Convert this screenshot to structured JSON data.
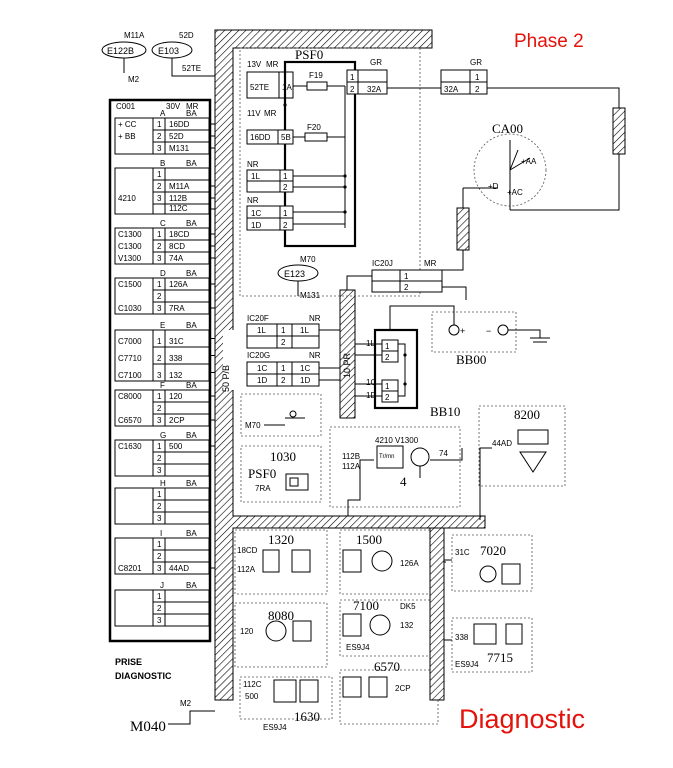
{
  "header": {
    "phase": "Phase 2"
  },
  "footer": {
    "title": "Diagnostic"
  },
  "psf0": {
    "name": "PSF0",
    "conn_13v": "13V",
    "conn_13v_color": "MR",
    "pin_52te": "52TE",
    "pin_1a": "1A",
    "fuse_f19": "F19",
    "fuse_f20": "F20",
    "out_gr": "GR",
    "out_1": "1",
    "out_2": "2",
    "out_32a": "32A",
    "conn_11v": "11V",
    "conn_11v_color": "MR",
    "pin_16dd": "16DD",
    "pin_5b": "5B",
    "nr1": "NR",
    "pin_1l": "1L",
    "pin_1l_n": "1",
    "pin_1l_n2": "2",
    "nr2": "NR",
    "pin_1c": "1C",
    "pin_1d": "1D",
    "pin_1c_n": "1",
    "pin_1d_n": "2"
  },
  "splices": {
    "e122b": "E122B",
    "e103": "E103",
    "m11a": "M11A",
    "d52": "52D",
    "m2": "M2",
    "te52": "52TE"
  },
  "gr_conn": {
    "color": "GR",
    "p1": "1",
    "p2": "2",
    "w32a": "32A"
  },
  "ca00": {
    "name": "CA00",
    "aa": "+AA",
    "d": "+D",
    "ac": "+AC"
  },
  "ic20j": {
    "name": "IC20J",
    "color": "MR",
    "p1": "1",
    "p2": "2"
  },
  "e123": {
    "name": "E123",
    "m70": "M70",
    "m131": "M131"
  },
  "bb00": {
    "name": "BB00"
  },
  "bb10": {
    "name": "BB10",
    "pins": [
      "1L",
      "1C",
      "1D"
    ],
    "nums": [
      "1",
      "2",
      "1",
      "2"
    ]
  },
  "c001": {
    "name": "C001",
    "volt": "30V",
    "color": "MR",
    "sections": [
      {
        "label": "A",
        "color": "BA"
      },
      {
        "label": "B",
        "color": "BA"
      },
      {
        "label": "C",
        "color": "BA"
      },
      {
        "label": "D",
        "color": "BA"
      },
      {
        "label": "E",
        "color": "BA"
      },
      {
        "label": "F",
        "color": "BA"
      },
      {
        "label": "G",
        "color": "BA"
      },
      {
        "label": "H",
        "color": "BA"
      },
      {
        "label": "I",
        "color": "BA"
      },
      {
        "label": "J",
        "color": "BA"
      }
    ],
    "rows": [
      {
        "left": "+ CC",
        "n": "1",
        "w": "16DD"
      },
      {
        "left": "+ BB",
        "n": "2",
        "w": "52D"
      },
      {
        "left": "",
        "n": "3",
        "w": "M131"
      },
      {
        "left": "",
        "n": "1",
        "w": ""
      },
      {
        "left": "",
        "n": "2",
        "w": "M11A"
      },
      {
        "left": "4210",
        "n": "3",
        "w": "112B"
      },
      {
        "left": "",
        "n": "",
        "w": "112C"
      },
      {
        "left": "C1300",
        "n": "1",
        "w": "18CD"
      },
      {
        "left": "C1300",
        "n": "2",
        "w": "8CD"
      },
      {
        "left": "V1300",
        "n": "3",
        "w": "74A"
      },
      {
        "left": "C1500",
        "n": "1",
        "w": "126A"
      },
      {
        "left": "",
        "n": "2",
        "w": ""
      },
      {
        "left": "C1030",
        "n": "3",
        "w": "7RA"
      },
      {
        "left": "C7000",
        "n": "1",
        "w": "31C"
      },
      {
        "left": "C7710",
        "n": "2",
        "w": "338"
      },
      {
        "left": "C7100",
        "n": "3",
        "w": "132"
      },
      {
        "left": "C8000",
        "n": "1",
        "w": "120"
      },
      {
        "left": "",
        "n": "2",
        "w": ""
      },
      {
        "left": "C6570",
        "n": "3",
        "w": "2CP"
      },
      {
        "left": "C1630",
        "n": "1",
        "w": "500"
      },
      {
        "left": "",
        "n": "2",
        "w": ""
      },
      {
        "left": "",
        "n": "3",
        "w": ""
      },
      {
        "left": "",
        "n": "1",
        "w": ""
      },
      {
        "left": "",
        "n": "2",
        "w": ""
      },
      {
        "left": "",
        "n": "3",
        "w": ""
      },
      {
        "left": "",
        "n": "1",
        "w": ""
      },
      {
        "left": "",
        "n": "2",
        "w": ""
      },
      {
        "left": "C8201",
        "n": "3",
        "w": "44AD"
      },
      {
        "left": "",
        "n": "1",
        "w": ""
      },
      {
        "left": "",
        "n": "2",
        "w": ""
      },
      {
        "left": "",
        "n": "3",
        "w": ""
      }
    ],
    "prise": "PRISE",
    "diagnostic": "DIAGNOSTIC"
  },
  "harness": {
    "label_50pb": "50 P/B",
    "label_10pr": "10 PR"
  },
  "ic20f": {
    "name": "IC20F",
    "color": "NR",
    "a": "1L",
    "b": "1",
    "c": "1L",
    "d": "2"
  },
  "ic20g": {
    "name": "IC20G",
    "color": "NR",
    "a": "1C",
    "b": "1",
    "c": "1C",
    "d": "1D",
    "e": "2",
    "f": "1D"
  },
  "m70": {
    "label": "M70"
  },
  "c1030": {
    "num": "1030",
    "name": "PSF0",
    "wire": "7RA"
  },
  "c4": {
    "num": "4",
    "top": "4210 V1300",
    "w1": "112B",
    "w2": "112A",
    "w3": "74",
    "icon": "Tr/mn"
  },
  "c8200": {
    "num": "8200",
    "wire": "44AD"
  },
  "c1320": {
    "num": "1320",
    "w1": "18CD",
    "w2": "112A"
  },
  "c1500": {
    "num": "1500",
    "w1": "126A"
  },
  "c7020": {
    "num": "7020",
    "w1": "31C"
  },
  "c8080": {
    "num": "8080",
    "w1": "120"
  },
  "c7100": {
    "num": "7100",
    "sub": "DK5",
    "w1": "132",
    "ref": "ES9J4"
  },
  "c7715": {
    "num": "7715",
    "w1": "338",
    "ref": "ES9J4"
  },
  "c6570": {
    "num": "6570",
    "w1": "2CP"
  },
  "c1630": {
    "num": "1630",
    "w1": "112C",
    "w2": "500",
    "ref": "ES9J4"
  },
  "m040": {
    "name": "M040",
    "m2": "M2"
  }
}
